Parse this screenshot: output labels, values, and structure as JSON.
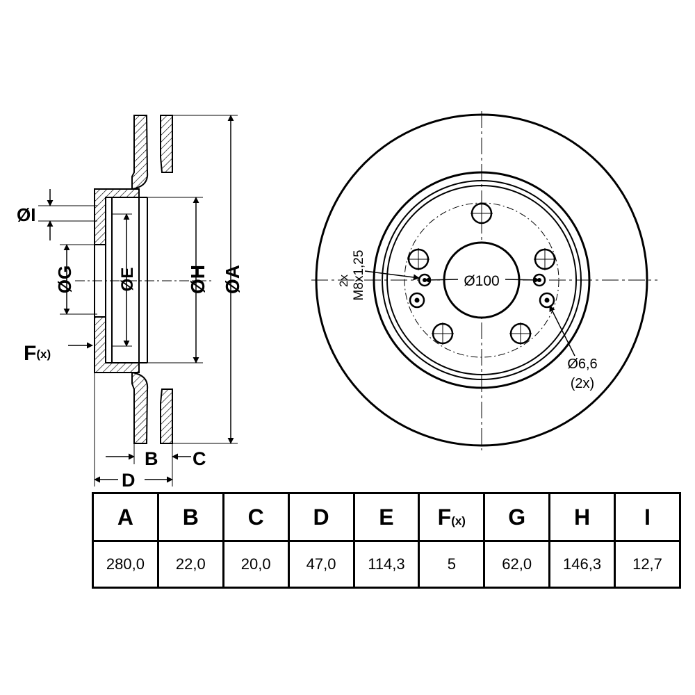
{
  "side_view": {
    "labels": {
      "dia_i": "ØI",
      "dia_g": "ØG",
      "dia_e": "ØE",
      "dia_h": "ØH",
      "dia_a": "ØA",
      "f_main": "F",
      "f_sub": "(x)",
      "b": "B",
      "c": "C",
      "d": "D"
    }
  },
  "front_view": {
    "thread_count": "2x",
    "thread_spec": "M8x1,25",
    "pcd": "Ø100",
    "hole_dia": "Ø6,6",
    "hole_count": "(2x)"
  },
  "spec_table": {
    "headers": [
      {
        "main": "A",
        "sub": ""
      },
      {
        "main": "B",
        "sub": ""
      },
      {
        "main": "C",
        "sub": ""
      },
      {
        "main": "D",
        "sub": ""
      },
      {
        "main": "E",
        "sub": ""
      },
      {
        "main": "F",
        "sub": "(x)"
      },
      {
        "main": "G",
        "sub": ""
      },
      {
        "main": "H",
        "sub": ""
      },
      {
        "main": "I",
        "sub": ""
      }
    ],
    "values": [
      "280,0",
      "22,0",
      "20,0",
      "47,0",
      "114,3",
      "5",
      "62,0",
      "146,3",
      "12,7"
    ]
  }
}
